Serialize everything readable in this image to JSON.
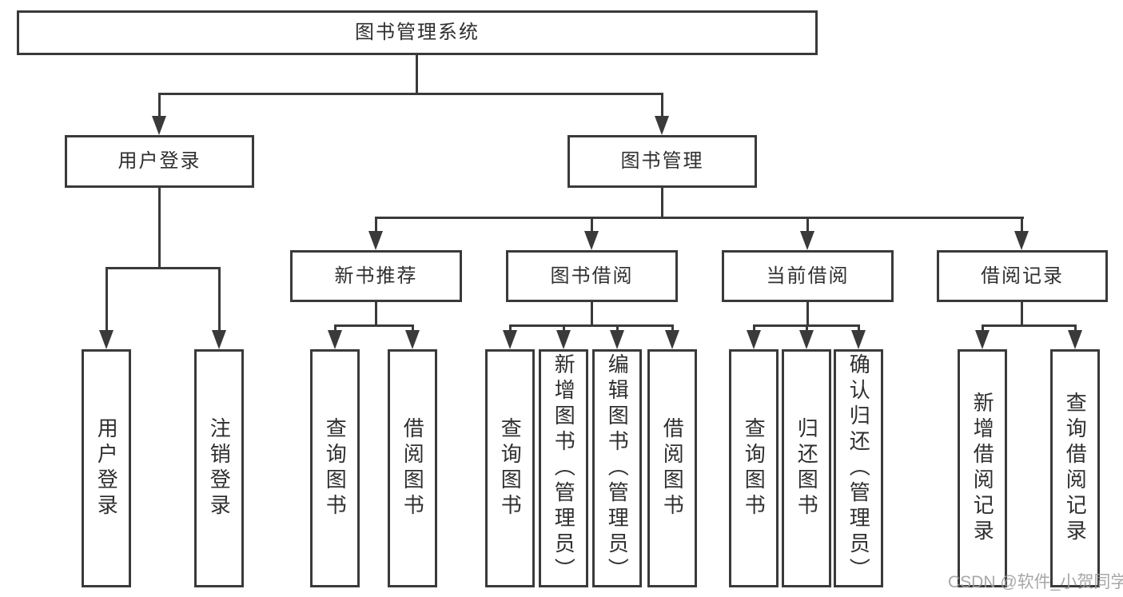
{
  "diagram": {
    "root": {
      "label": "图书管理系统"
    },
    "level2": [
      {
        "label": "用户登录"
      },
      {
        "label": "图书管理"
      }
    ],
    "level3": [
      {
        "label": "新书推荐"
      },
      {
        "label": "图书借阅"
      },
      {
        "label": "当前借阅"
      },
      {
        "label": "借阅记录"
      }
    ],
    "leaves": [
      {
        "label": "用户登录"
      },
      {
        "label": "注销登录"
      },
      {
        "label": "查询图书"
      },
      {
        "label": "借阅图书"
      },
      {
        "label": "查询图书"
      },
      {
        "label": "新增图书（管理员）"
      },
      {
        "label": "编辑图书（管理员）"
      },
      {
        "label": "借阅图书"
      },
      {
        "label": "查询图书"
      },
      {
        "label": "归还图书"
      },
      {
        "label": "确认归还（管理员）"
      },
      {
        "label": "新增借阅记录"
      },
      {
        "label": "查询借阅记录"
      }
    ]
  },
  "watermark": {
    "text": "CSDN @软件_小贺同学"
  },
  "colors": {
    "line": "#3a3a3a",
    "text": "#2f2f2f",
    "watermark": "#9e9e9e",
    "background": "#ffffff"
  }
}
